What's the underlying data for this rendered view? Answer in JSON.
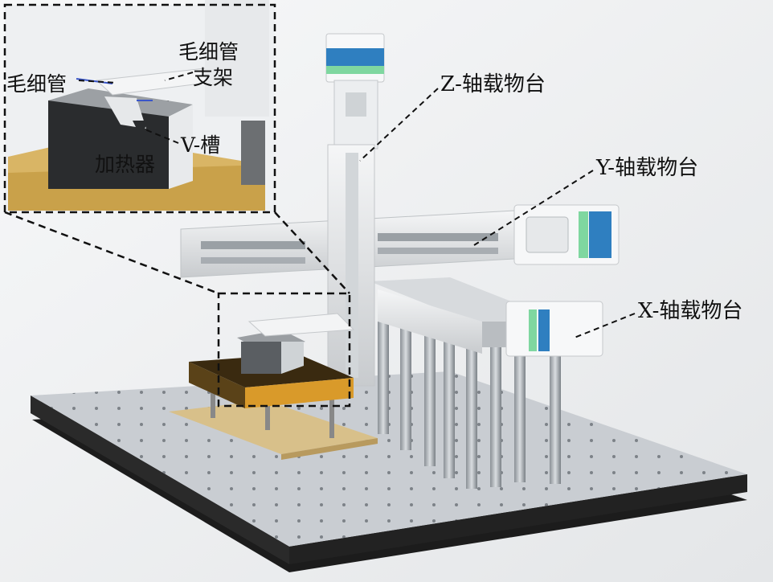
{
  "labels": {
    "z_stage": "Z-轴载物台",
    "y_stage": "Y-轴载物台",
    "x_stage": "X-轴载物台",
    "capillary": "毛细管",
    "capillary_holder_line1": "毛细管",
    "capillary_holder_line2": "支架",
    "v_groove": "V-槽",
    "heater": "加热器"
  },
  "colors": {
    "background": "#f2f3f4",
    "stage_blue": "#2f7fc0",
    "stage_green": "#7fd7a0",
    "heater_orange": "#d99a2a",
    "wood": "#d8c08a",
    "table_top": "#c9cdd2",
    "table_base": "#1c1c1c"
  }
}
